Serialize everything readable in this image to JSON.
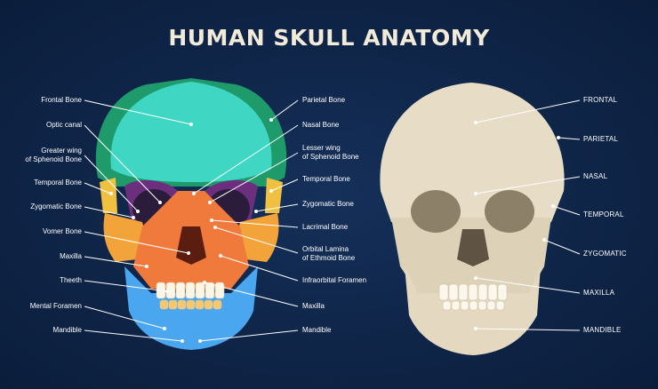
{
  "title": "HUMAN SKULL ANATOMY",
  "colors": {
    "background": "#0f2548",
    "frontal_bone": "#3fd6c4",
    "parietal_bone": "#1f9a6a",
    "maxilla": "#f07a3c",
    "zygomatic": "#f2a43a",
    "mandible": "#4aa6ee",
    "sphenoid": "#6b2f7e",
    "temporal": "#f0c040",
    "teeth": "#fbf5e6",
    "natural_bone": "#e7ddc6"
  },
  "colored_skull": {
    "left_labels": [
      "Frontal Bone",
      "Optic canal",
      "Greater wing\nof Sphenoid Bone",
      "Temporal Bone",
      "Zygomatic Bone",
      "Vomer Bone",
      "Maxilla",
      "Theeth",
      "Mental Foramen",
      "Mandible"
    ],
    "right_labels": [
      "Parietal Bone",
      "Nasal Bone",
      "Lesser wing\nof Sphenoid Bone",
      "Temporal Bone",
      "Zygomatic Bone",
      "Lacrimal Bone",
      "Orbital Lamina\nof Ethmoid Bone",
      "Infraorbital Foramen",
      "Maxilla",
      "Mandible"
    ]
  },
  "natural_skull": {
    "labels": [
      "FRONTAL",
      "PARIETAL",
      "NASAL",
      "TEMPORAL",
      "ZYGOMATIC",
      "MAXILLA",
      "MANDIBLE"
    ]
  }
}
